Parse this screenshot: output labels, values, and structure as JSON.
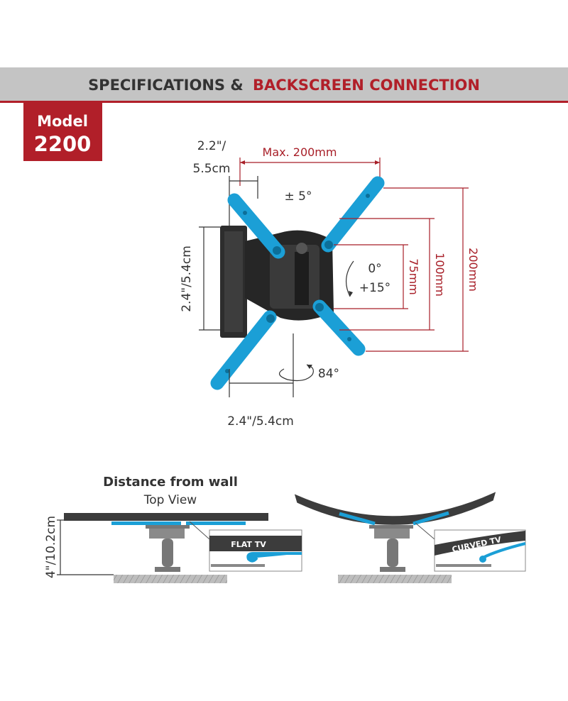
{
  "header": {
    "title_part1": "SPECIFICATIONS &",
    "title_part2": "BACKSCREEN CONNECTION"
  },
  "model": {
    "label": "Model",
    "number": "2200"
  },
  "dimensions": {
    "arm_depth_line1": "2.2\"/",
    "arm_depth_line2": "5.5cm",
    "max_width": "Max. 200mm",
    "swivel_tilt_small": "± 5°",
    "tilt_0": "0°",
    "tilt_15": "+15°",
    "vesa_75": "75mm",
    "vesa_100": "100mm",
    "vesa_200": "200mm",
    "plate_height": "2.4\"/5.4cm",
    "plate_width": "2.4\"/5.4cm",
    "swivel": "84°"
  },
  "distance": {
    "title": "Distance from wall",
    "subtitle": "Top View",
    "value": "4\"/10.2cm",
    "flat_label": "FLAT TV",
    "curved_label": "CURVED TV"
  },
  "colors": {
    "accent_red": "#b11f29",
    "header_gray": "#c4c4c4",
    "arm_blue": "#1b9fd6",
    "mount_dark": "#2d2d2d"
  }
}
